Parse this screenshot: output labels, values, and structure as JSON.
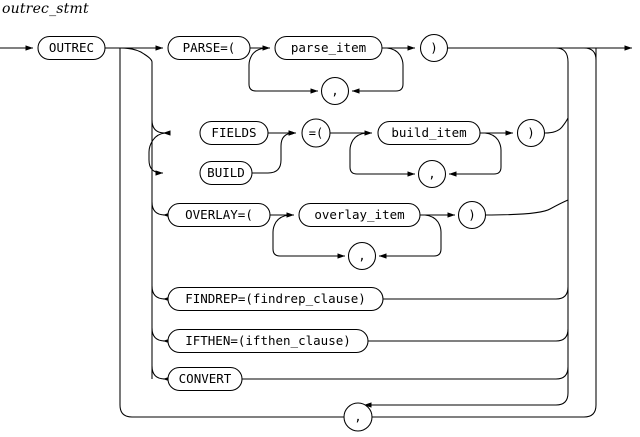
{
  "diagram": {
    "title": "outrec_stmt",
    "type": "railroad-syntax-diagram",
    "stroke_color": "#000000",
    "background_color": "#ffffff",
    "entry_terminal": "OUTREC",
    "alternatives": [
      {
        "id": "parse",
        "keyword": "PARSE=(",
        "item": "parse_item",
        "separator": ",",
        "close": ")",
        "repeatable": true
      },
      {
        "id": "fields-build",
        "keywords": [
          "FIELDS",
          "BUILD"
        ],
        "assign": "=(",
        "item": "build_item",
        "separator": ",",
        "close": ")",
        "repeatable": true
      },
      {
        "id": "overlay",
        "keyword": "OVERLAY=(",
        "item": "overlay_item",
        "separator": ",",
        "close": ")",
        "repeatable": true
      },
      {
        "id": "findrep",
        "keyword": "FINDREP=(findrep_clause)"
      },
      {
        "id": "ifthen",
        "keyword": "IFTHEN=(ifthen_clause)"
      },
      {
        "id": "convert",
        "keyword": "CONVERT"
      }
    ],
    "outer_loop_separator": ","
  },
  "labels": {
    "outrec": "OUTREC",
    "parse_kw": "PARSE=(",
    "parse_item": "parse_item",
    "paren_close_1": ")",
    "comma_parse": ",",
    "fields": "FIELDS",
    "build": "BUILD",
    "assign_open": "=(",
    "build_item": "build_item",
    "paren_close_2": ")",
    "comma_build": ",",
    "overlay_kw": "OVERLAY=(",
    "overlay_item": "overlay_item",
    "paren_close_3": ")",
    "comma_overlay": ",",
    "findrep": "FINDREP=(findrep_clause)",
    "ifthen": "IFTHEN=(ifthen_clause)",
    "convert": "CONVERT",
    "comma_outer": ","
  }
}
